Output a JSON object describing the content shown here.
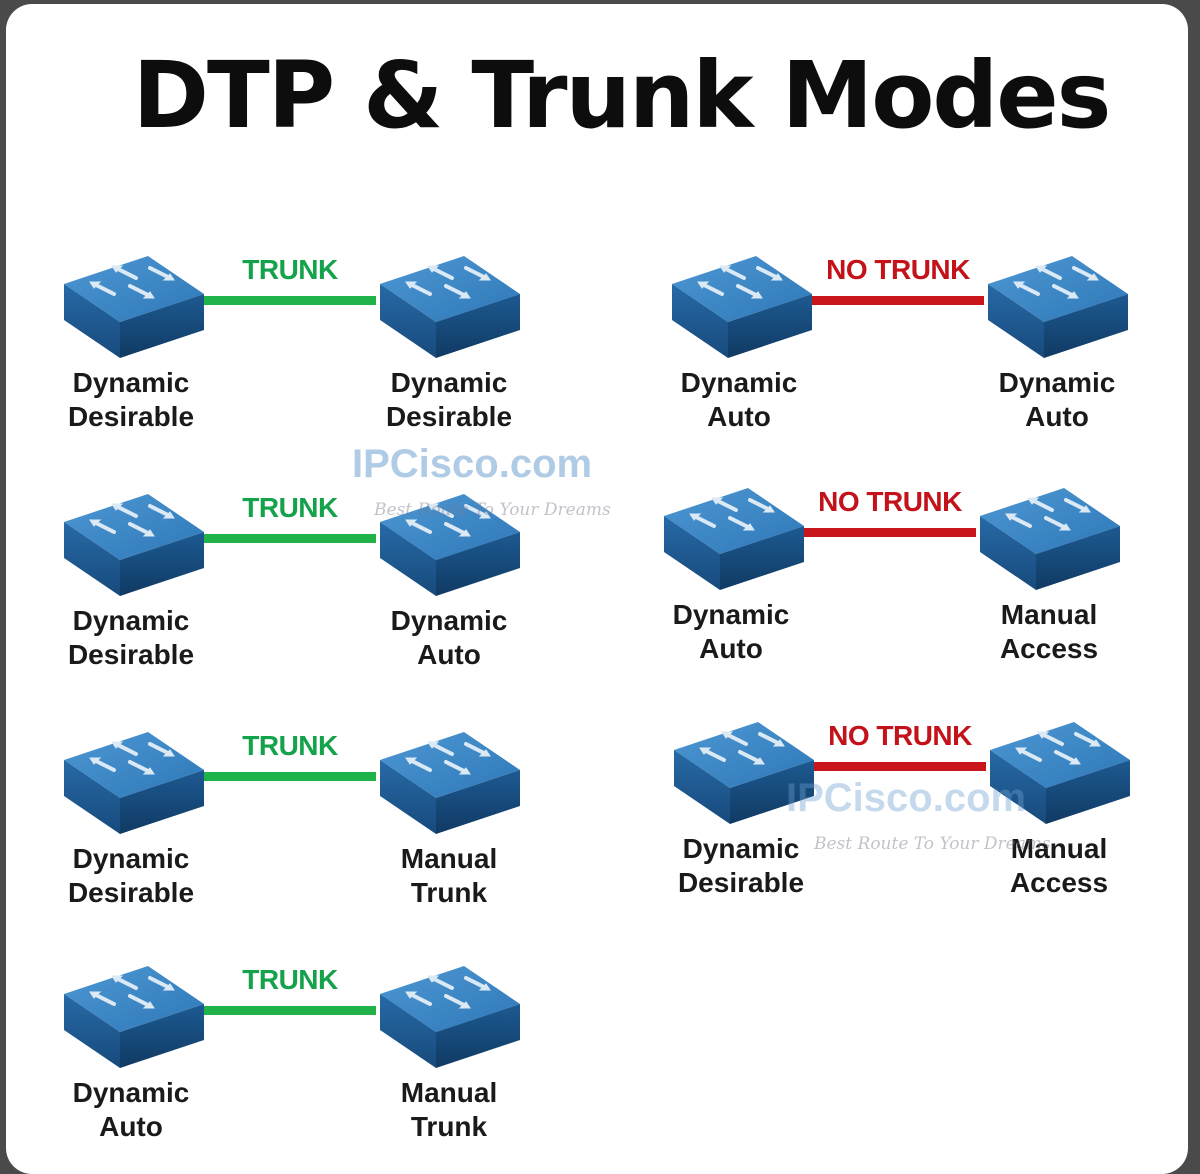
{
  "title": "DTP & Trunk Modes",
  "watermark": {
    "name": "IPCisco.com",
    "tagline": "Best Route To Your Dreams"
  },
  "colors": {
    "trunk": "#1fb34a",
    "no_trunk": "#c9161c",
    "switch_blue": "#2f78b8"
  },
  "pairs": [
    {
      "result": "TRUNK",
      "status": "trunk",
      "left": {
        "line1": "Dynamic",
        "line2": "Desirable"
      },
      "right": {
        "line1": "Dynamic",
        "line2": "Desirable"
      }
    },
    {
      "result": "TRUNK",
      "status": "trunk",
      "left": {
        "line1": "Dynamic",
        "line2": "Desirable"
      },
      "right": {
        "line1": "Dynamic",
        "line2": "Auto"
      }
    },
    {
      "result": "TRUNK",
      "status": "trunk",
      "left": {
        "line1": "Dynamic",
        "line2": "Desirable"
      },
      "right": {
        "line1": "Manual",
        "line2": "Trunk"
      }
    },
    {
      "result": "TRUNK",
      "status": "trunk",
      "left": {
        "line1": "Dynamic",
        "line2": "Auto"
      },
      "right": {
        "line1": "Manual",
        "line2": "Trunk"
      }
    },
    {
      "result": "NO TRUNK",
      "status": "no-trunk",
      "left": {
        "line1": "Dynamic",
        "line2": "Auto"
      },
      "right": {
        "line1": "Dynamic",
        "line2": "Auto"
      }
    },
    {
      "result": "NO TRUNK",
      "status": "no-trunk",
      "left": {
        "line1": "Dynamic",
        "line2": "Auto"
      },
      "right": {
        "line1": "Manual",
        "line2": "Access"
      }
    },
    {
      "result": "NO TRUNK",
      "status": "no-trunk",
      "left": {
        "line1": "Dynamic",
        "line2": "Desirable"
      },
      "right": {
        "line1": "Manual",
        "line2": "Access"
      }
    }
  ]
}
